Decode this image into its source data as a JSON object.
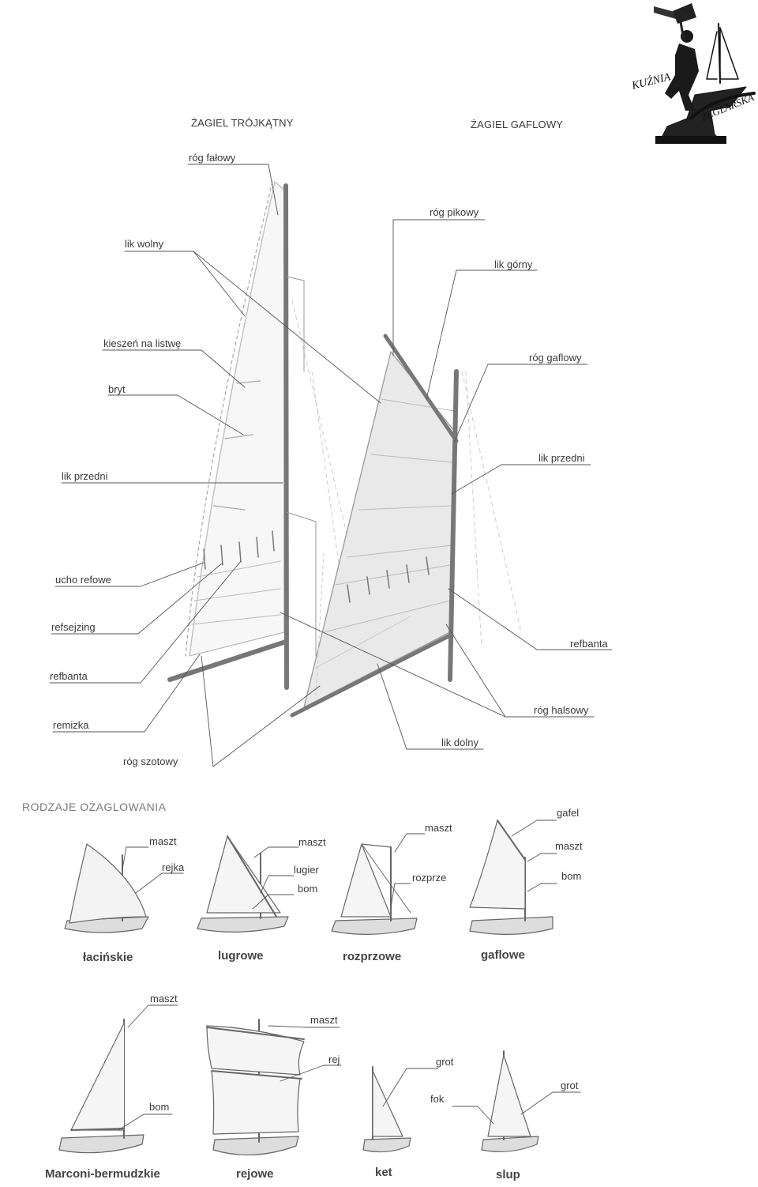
{
  "logo": {
    "top": "KUŹNIA",
    "bottom": "ŻEGLARSKA"
  },
  "headings": {
    "left": "ŻAGIEL TRÓJKĄTNY",
    "right": "ŻAGIEL GAFLOWY"
  },
  "left_labels": {
    "rog_falowy": "róg fałowy",
    "lik_wolny": "lik wolny",
    "kieszen": "kieszeń na listwę",
    "bryt": "bryt",
    "lik_przedni": "lik przedni",
    "ucho_refowe": "ucho refowe",
    "refsejzing": "refsejzing",
    "refbanta": "refbanta",
    "remizka": "remizka",
    "rog_szotowy": "róg szotowy"
  },
  "right_labels": {
    "rog_pikowy": "róg pikowy",
    "lik_gorny": "lik górny",
    "rog_gaflowy": "róg gaflowy",
    "lik_przedni": "lik przedni",
    "refbanta": "refbanta",
    "rog_halsowy": "róg halsowy",
    "lik_dolny": "lik dolny"
  },
  "section_title": "RODZAJE OŻAGLOWANIA",
  "row1": {
    "lacinskie": {
      "caption": "łacińskie",
      "maszt": "maszt",
      "rejka": "rejka"
    },
    "lugrowe": {
      "caption": "lugrowe",
      "maszt": "maszt",
      "lugier": "lugier",
      "bom": "bom"
    },
    "rozprzowe": {
      "caption": "rozprzowe",
      "maszt": "maszt",
      "rozprze": "rozprze"
    },
    "gaflowe": {
      "caption": "gaflowe",
      "gafel": "gafel",
      "maszt": "maszt",
      "bom": "bom"
    }
  },
  "row2": {
    "marconi": {
      "caption": "Marconi-bermudzkie",
      "maszt": "maszt",
      "bom": "bom"
    },
    "rejowe": {
      "caption": "rejowe",
      "maszt": "maszt",
      "rej": "rej"
    },
    "ket": {
      "caption": "ket",
      "grot": "grot"
    },
    "slup": {
      "caption": "slup",
      "fok": "fok",
      "grot": "grot"
    }
  }
}
